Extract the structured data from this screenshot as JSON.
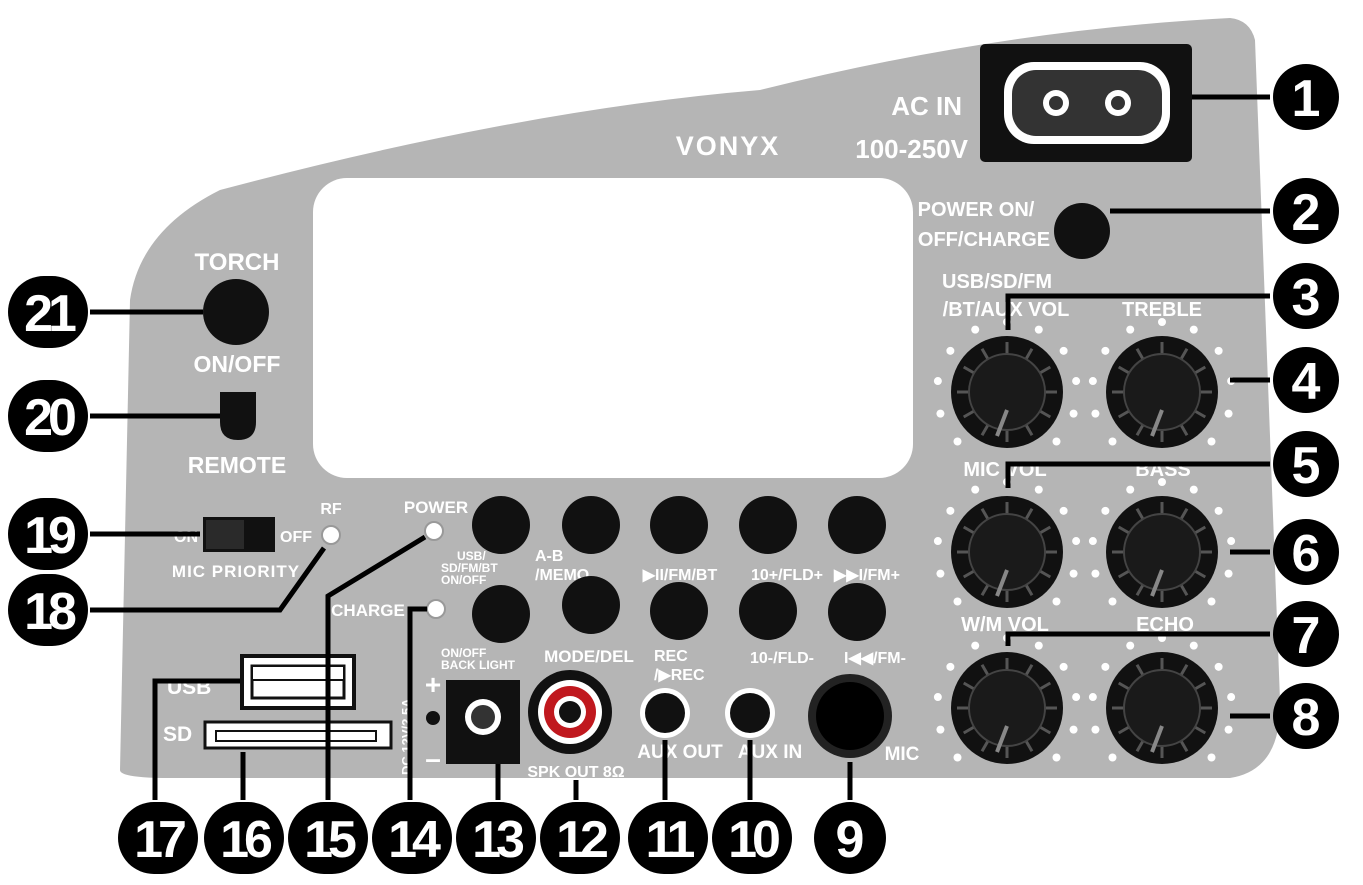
{
  "brand": "VONYX",
  "ac_in": {
    "label": "AC IN",
    "voltage": "100-250V"
  },
  "power_button_label": [
    "POWER ON/",
    "OFF/CHARGE"
  ],
  "torch_label": "TORCH",
  "switch_on_off_label": "ON/OFF",
  "switch_remote_label": "REMOTE",
  "mic_priority": {
    "on": "ON",
    "off": "OFF",
    "label": "MIC PRIORITY"
  },
  "rf_label": "RF",
  "power_led_label": "POWER",
  "charge_led_label": "CHARGE",
  "knobs": {
    "vol": [
      "USB/SD/FM",
      "/BT/AUX VOL"
    ],
    "treble": "TREBLE",
    "mic_vol": "MIC VOL",
    "bass": "BASS",
    "wm_vol": "W/M VOL",
    "echo": "ECHO"
  },
  "buttons_top": [
    [
      "USB/",
      "SD/FM/BT",
      "ON/OFF"
    ],
    [
      "A-B",
      "/MEMO"
    ],
    [
      "▶II/FM/BT"
    ],
    [
      "10+/FLD+"
    ],
    [
      "▶▶I/FM+"
    ]
  ],
  "buttons_bottom": [
    [
      "ON/OFF",
      "BACK LIGHT"
    ],
    [
      "MODE/DEL"
    ],
    [
      "REC",
      "/▶REC"
    ],
    [
      "10-/FLD-"
    ],
    [
      "I◀◀/FM-"
    ]
  ],
  "ports": {
    "usb": "USB",
    "sd": "SD",
    "dc": "DC 12V/2.5A",
    "spk_out": "SPK OUT 8Ω",
    "aux_out": "AUX OUT",
    "aux_in": "AUX IN",
    "mic": "MIC",
    "plus": "+",
    "minus": "–"
  },
  "callouts": [
    "1",
    "2",
    "3",
    "4",
    "5",
    "6",
    "7",
    "8",
    "9",
    "10",
    "11",
    "12",
    "13",
    "14",
    "15",
    "16",
    "17",
    "18",
    "19",
    "20",
    "21"
  ]
}
